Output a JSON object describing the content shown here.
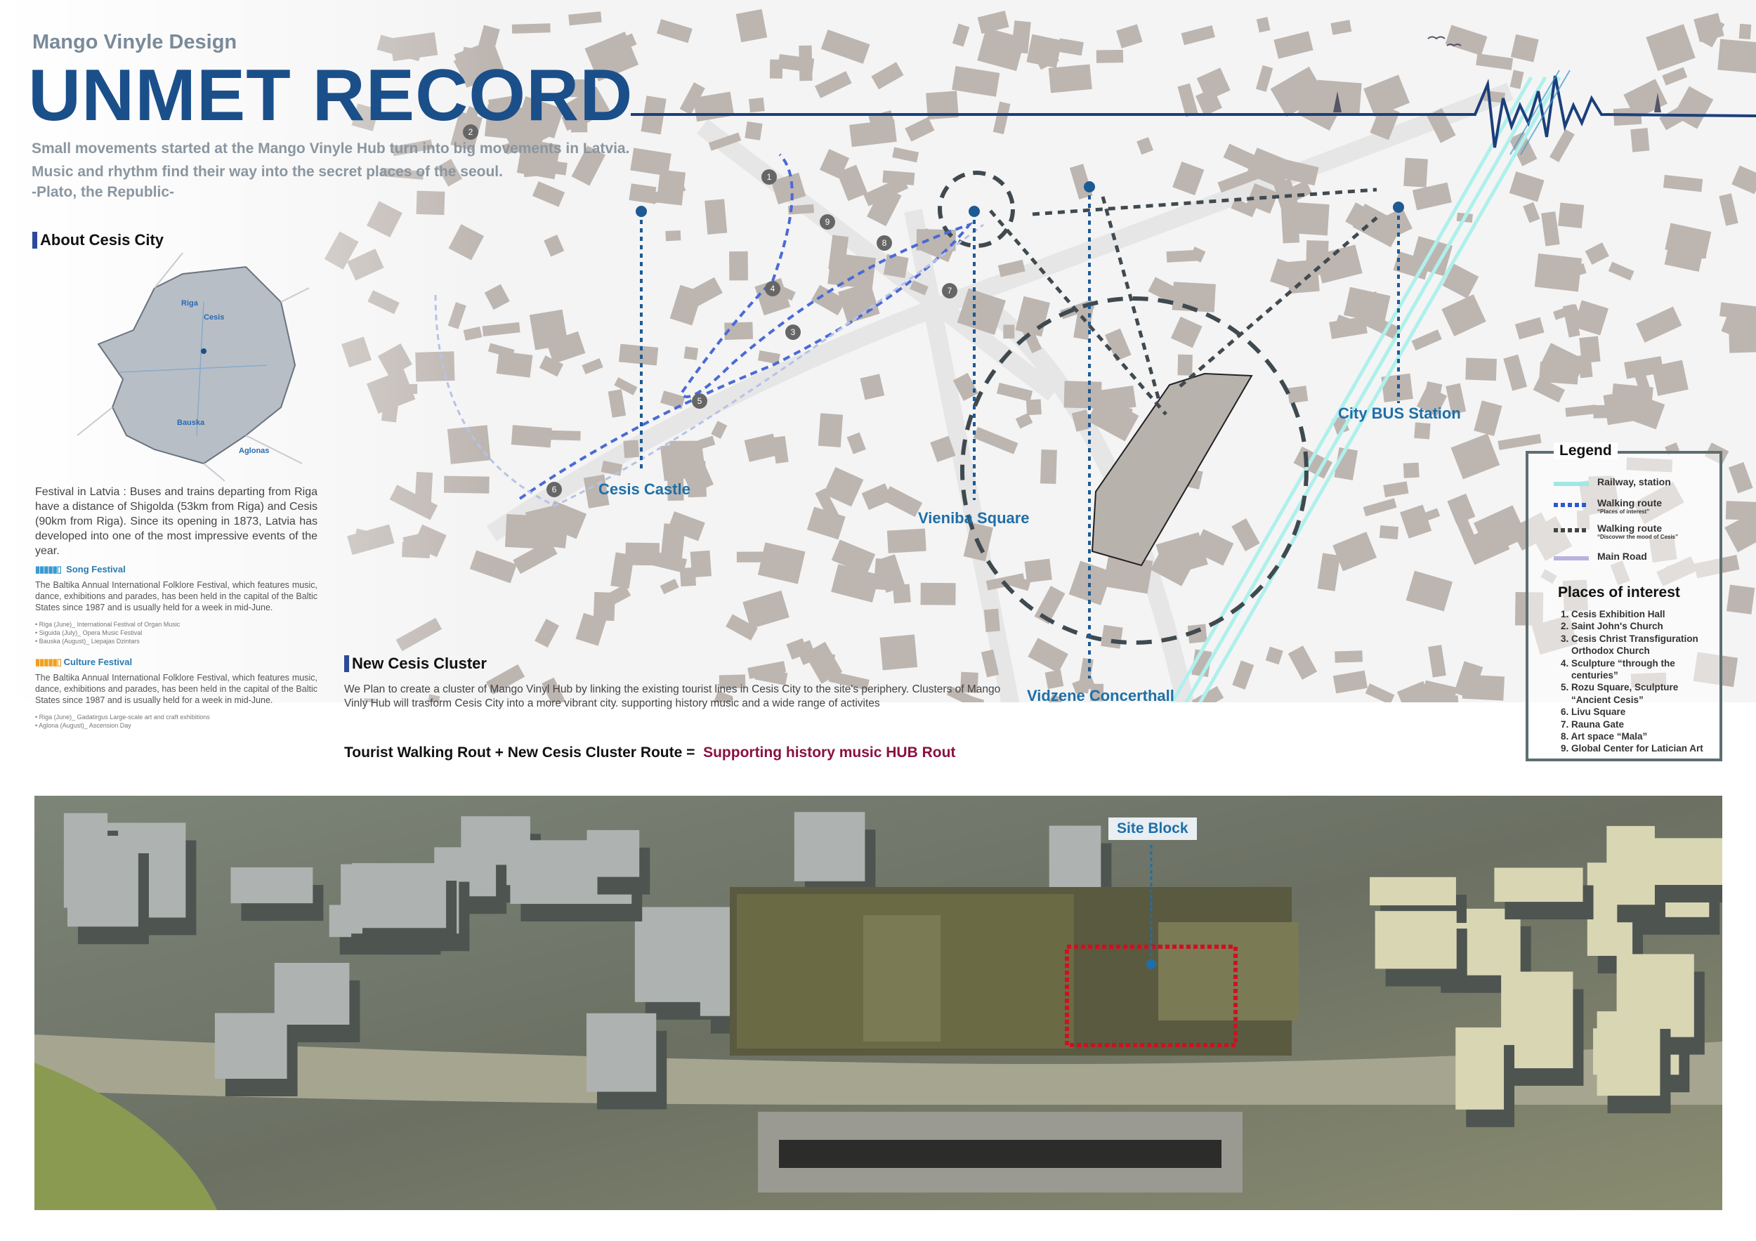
{
  "header": {
    "brand": "Mango Vinyle Design",
    "title": "UNMET RECORD",
    "subtitle": [
      "Small movements started at the Mango Vinyle Hub turn into big movements in Latvia.",
      "Music and rhythm find their way into the secret places of the seoul.",
      "-Plato, the Republic-"
    ]
  },
  "about": {
    "heading": "About Cesis City",
    "inset_map_labels": [
      "Riga",
      "Cesis",
      "Bauska",
      "Aglonas"
    ],
    "intro": "Festival in Latvia : Buses and trains departing from Riga have a distance of Shigolda (53km from Riga) and Cesis (90km from Riga). Since its opening in 1873, Latvia has developed into one of the most impressive events of the year.",
    "festivals": [
      {
        "name": "Song Festival",
        "color": "#3a9ad0",
        "text": "The Baltika Annual International Folklore Festival, which features music, dance, exhibitions and parades, has been held in the capital of the Baltic States since 1987 and is usually held for a week in mid-June.",
        "items": [
          "Riga (June)_ International Festival of Organ Music",
          "Siguida (July)_ Opera Music Festival",
          "Bauska (August)_ Liepajas Dzintars"
        ]
      },
      {
        "name": "Culture Festival",
        "color": "#f0a020",
        "text": "The Baltika Annual International Folklore Festival, which features music, dance, exhibitions and parades, has been held in the capital of the Baltic States since 1987 and is usually held for a week in mid-June.",
        "items": [
          "Riga (June)_ Gadatirgus Large-scale art and craft exhibitions",
          "Aglona (August)_ Ascension Day"
        ]
      }
    ]
  },
  "cluster": {
    "heading": "New Cesis Cluster",
    "text": "We Plan to create a cluster of Mango Vinyl Hub by linking the existing tourist lines in Cesis City to the site's periphery. Clusters of Mango Vinly Hub will trasform Cesis City into a more vibrant city. supporting history music and a wide range of activites",
    "equation": "Tourist Walking Rout + New Cesis Cluster Route =",
    "result": "Supporting history music HUB Rout"
  },
  "map": {
    "labels": {
      "castle": "Cesis Castle",
      "square": "Vieniba Square",
      "concert": "Vidzene Concerthall",
      "bus": "City BUS Station"
    },
    "poi_numbers": [
      "1",
      "2",
      "3",
      "4",
      "5",
      "6",
      "7",
      "8",
      "9"
    ]
  },
  "legend": {
    "title": "Legend",
    "items": [
      {
        "label": "Railway, station",
        "sub": "",
        "color": "#9fe8e4"
      },
      {
        "label": "Walking route",
        "sub": "“Places of interest”",
        "color": "#2a5ad0"
      },
      {
        "label": "Walking route",
        "sub": "“Discovwr the mood of Cesis”",
        "color": "#444"
      },
      {
        "label": "Main Road",
        "sub": "",
        "color": "#b8b4dc"
      }
    ],
    "poi_title": "Places of interest",
    "poi": [
      "1. Cesis Exhibition Hall",
      "2. Saint John's Church",
      "3. Cesis Christ Transfiguration Orthodox Church",
      "4. Sculpture “through the centuries”",
      "5. Rozu Square, Sculpture “Ancient Cesis”",
      "6. Livu Square",
      "7. Rauna Gate",
      "8. Art space “Mala”",
      "9. Global Center for Latician Art"
    ]
  },
  "aerial": {
    "label": "Site Block"
  }
}
